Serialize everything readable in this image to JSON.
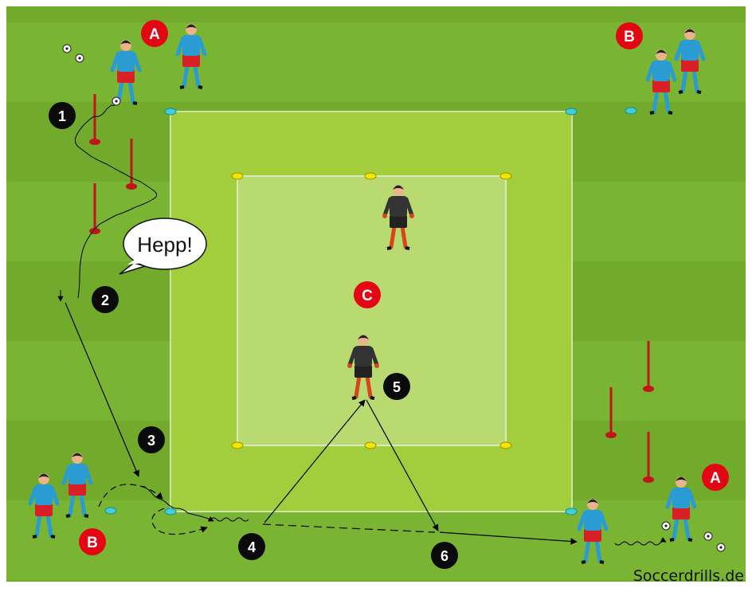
{
  "diagram": {
    "watermark": "Soccerdrills.de",
    "speech": "Hepp!",
    "groups": [
      {
        "id": "A-top",
        "label": "A"
      },
      {
        "id": "B-top",
        "label": "B"
      },
      {
        "id": "C",
        "label": "C"
      },
      {
        "id": "B-bottom",
        "label": "B"
      },
      {
        "id": "A-bottom",
        "label": "A"
      }
    ],
    "steps": [
      "1",
      "2",
      "3",
      "4",
      "5",
      "6"
    ],
    "colors": {
      "grass_dark": "#6fa82a",
      "grass_light": "#7db536",
      "outer_square": "#9fcc3c",
      "inner_square": "#b3d768",
      "group_badge": "#e30613",
      "step_badge": "#0b0b0b",
      "jersey": "#2a9bd3",
      "shorts": "#d92027",
      "goalkeeper": "#333333",
      "pole": "#c0161b",
      "cone_yellow": "#f2e500",
      "cone_cyan": "#3fd0d8"
    }
  }
}
